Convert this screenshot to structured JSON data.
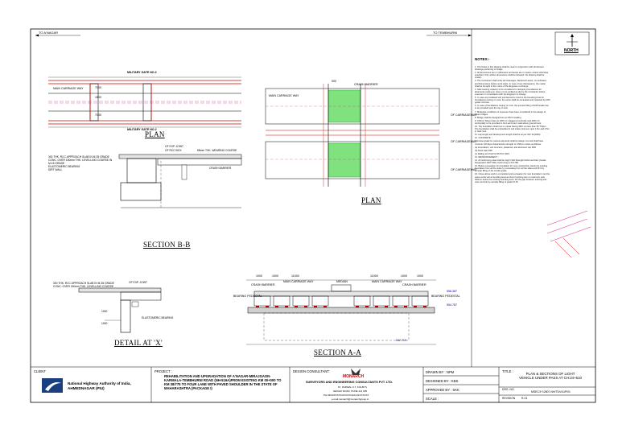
{
  "header": {
    "left_direction": "TO A'NAGAR",
    "right_direction": "TO TEMBHURNI",
    "north_label": "NORTH"
  },
  "plan_left": {
    "title": "PLAN",
    "gate_top": "MILITARY GATE NO.2",
    "gate_bottom": "MILITARY GATE NO.2",
    "carriageway": "MAIN CARRIAGE WAY",
    "dim_a": "1500",
    "dim_b": "7000",
    "dim_c": "7000"
  },
  "plan_right": {
    "title": "PLAN",
    "crash_barrier": "CRASH BARRIER",
    "carriageway": "MAIN CARRIAGE WAY",
    "label_1": "OF CARRIAGEWAY",
    "label_2": "OF CARRIAGEWAY",
    "label_3": "OF CARRIAGEWAY",
    "dim_a": "900"
  },
  "section_bb": {
    "title": "SECTION B-B",
    "callouts": [
      "300 THK. RCC APPROACH SLAB IN M-35 GRADE",
      "CONC. OVER 150mm THK. LEVELLING COURSE IN M-15 GRADE",
      "OF EXP. JOINT",
      "OF RCC BOX",
      "65mm THK. WEARING COURSE",
      "CRASH BARRIER",
      "ELASTOMERIC BEARING",
      "DIRT WALL"
    ]
  },
  "detail_x": {
    "title": "DETAIL AT 'X'",
    "callouts": [
      "300 THK. RCC APPROACH SLAB IN M-35 GRADE",
      "CONC. OVER 150mm THK. LEVELLING COURSE",
      "OF EXP. JOINT",
      "ELASTOMERIC BEARING",
      "1000",
      "1000"
    ]
  },
  "section_aa": {
    "title": "SECTION A-A",
    "crash_barrier_l": "CRASH BARRIER",
    "crash_barrier_r": "CRASH BARRIER",
    "median": "MEDIAN",
    "carriageway_l": "MAIN CARRIAGE WAY",
    "carriageway_r": "MAIN CARRIAGE WAY",
    "bearing_l": "BEARING PEDESTAL",
    "bearing_r": "BEARING PEDESTAL",
    "level_1": "556.387",
    "level_2": "554.787",
    "level_3": "542.719",
    "dim_1": "1000",
    "dim_2": "1000",
    "dim_3": "11000",
    "dim_4": "1000",
    "dim_5": "1000",
    "dim_6": "11000"
  },
  "notes": {
    "heading": "NOTES:-",
    "items": [
      "1.  The Notes in this drawing shall be read in conjunction with all relevant drawings pertaining to bridge.",
      "2.  All dimensions are in millimeters and levels are in meters unless otherwise specified. Only written dimensions shall be followed. No drawing shall be scaled.",
      "3.  The Contractor shall verify all Chainages, Reduced Levels, Co-ordinates and Dimensions before work starts. In case of any discrepancy, the matter shall be brought to the notice of the Engineer-in-Charge.",
      "4.  Safe bearing capacity to be considered in designing foundations for abutments resting on rock is to be verified at site by the Contractor before execution in consultation with the Engineer-in-Charge.",
      "5.  In case any localised soft soil deposit is noted in the founding level for foundations resting on rock, the same shall be excavated and replaced by M15 grade concrete.",
      "6.  In case of foundations resting on rock, the annular filling of M15 Grade has to be provided upto the top of rock.",
      "7.  Moderate conditions of exposure have been considered in the design of these bridges.",
      "8.  Bridge shall be designed as per IRC:6 loading.",
      "9.  150mm Weep holes at 1000 c/c staggered vertically and 2000 c/c horizontally to be provided in front and return wall above ground level.",
      "10. The foundation shall rest on strata having SBC not less than 50 T/Sqm. The foundation shall be embedded in soil strata minimum upto 1.5m and 0.5m in hard rock.",
      "11. Lap length and development length shall be as per IRC 21(2000).",
      "12. CONCRETE :-",
      "    Concrete grade for various elements shall be design mix and shall have minimum 28 days characteristic strength on 150mm cubes as follows:",
      "    (a) Foundation, sub structure, plastered, and abutment cap M30",
      "    (b) Deck slab M35",
      "    (c) Railing and Kerb M-25 PCC M15",
      "13. REINFORCEMENT :-",
      "14. All reinforcing steel shall be High Yield Strength Deformed bars (Grade Designation FE/T 500) conforming to IS 1786.",
      "15. Before excavation for foundation for new construction check the existing foundation from all the sides by excavating from all the sides and fill it by annular filling of the similar grade.",
      "16. Close above work is completed and excavation for new foundation met the same at the same founding level as that of existing pier or maximum upto 300mm below the existing founding level. Fill the gap between existing and new concrete by annular filling of grade M 15."
    ]
  },
  "title_block": {
    "client_head": "CLIENT",
    "client_name": "National Highway Authority of India, AHMEDNAGAR (PIU)",
    "project_head": "PROJECT :",
    "project_text": "REHABILITATION AND UPGRADATION OF A'NAGAR-MIRAJGAON-KARMALA-TEMBHURNI ROAD (NH-516A)FROM EXISTING KM 00+000 TO KM 38/775 TO FOUR LANE WITH PAVED SHOULDER IN THE STATE OF MAHARASHTRA (PACKAGE I)",
    "consultant_head": "DESIGN CONSULTANT:",
    "consultant_logo": "MONARCH",
    "consultant_name": "SURVEYORS AND ENGINEERING CONSULTANTS PVT. LTD.",
    "consultant_addr_1": "67, PARMAL X.T, KOLBYS",
    "consultant_addr_2": "SHIVAJI ROAD, PUNE 411 005",
    "consultant_addr_3": "PH.020/2XXXXX/2XXXXX(FAX)2XXXXXX",
    "consultant_addr_4": "e-mail:monarch@monarchgroup.in",
    "drawn_by": "DRAWN BY : NPM",
    "designed_by": "DESIGNED BY : KBS",
    "approved_by": "APPROVED BY : SKK",
    "scale": "SCALE :",
    "title_head": "TITLE :",
    "title_text": "PLAN & SECTIONS OF LIGHT VEHICLE UNDER PASS AT CH:24+610",
    "dwg_head": "DRG. NO.",
    "dwg_no": "MSEC/1*12807-NH/TS/LVUP/01",
    "revision_head": "REVISION",
    "revision": "R-01"
  }
}
